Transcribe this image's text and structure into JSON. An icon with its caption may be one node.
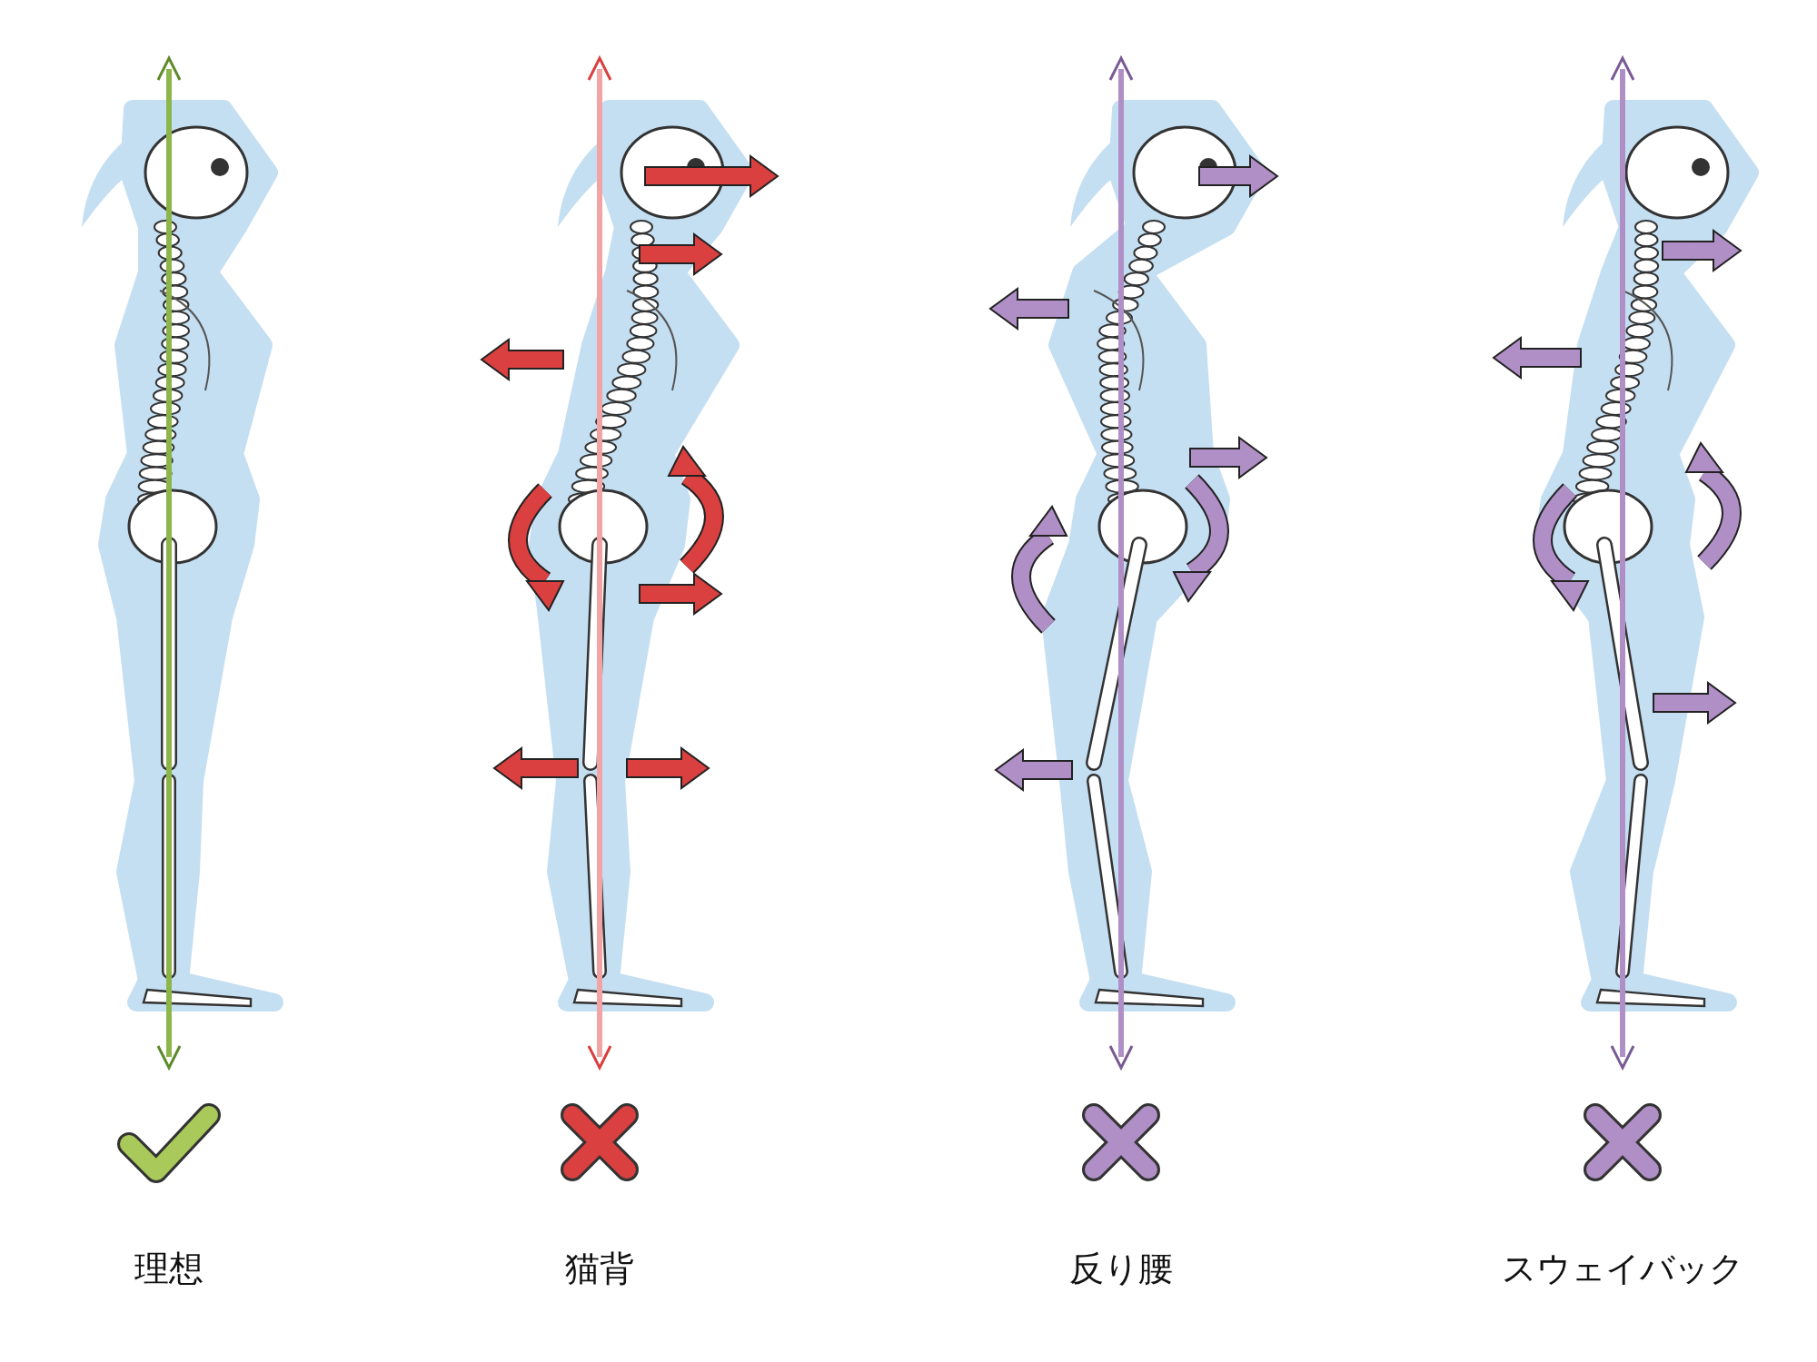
{
  "diagram": {
    "labels": [
      "理想",
      "猫背",
      "反り腰",
      "スウェイバック"
    ]
  }
}
